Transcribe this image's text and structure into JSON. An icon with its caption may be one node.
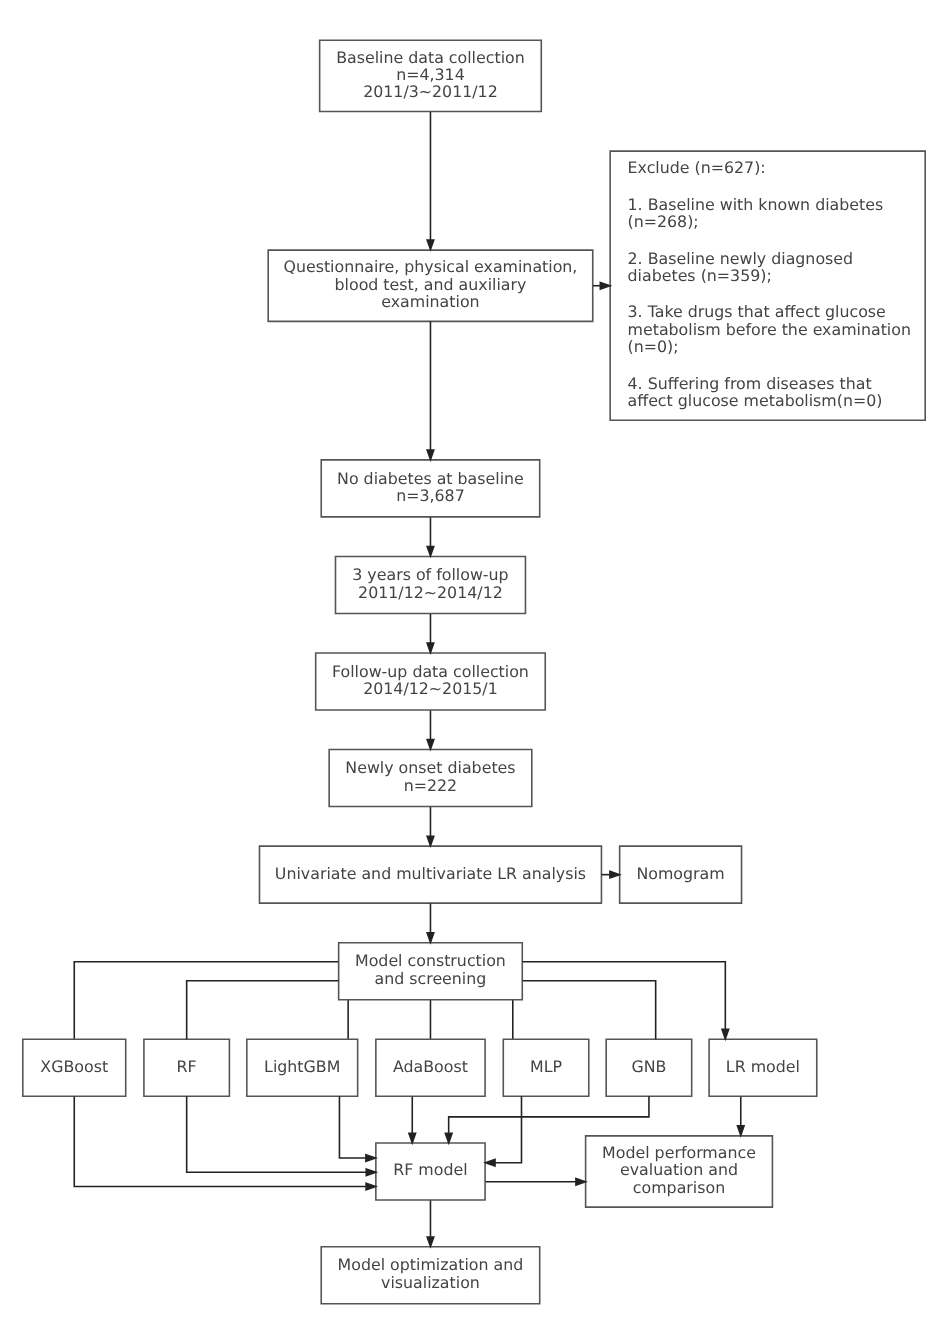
{
  "diagram": {
    "nodes": [
      {
        "text": [
          "Baseline data collection",
          "n=4,314",
          "2011/3~2011/12"
        ]
      },
      {
        "text": [
          "Questionnaire, physical examination, blood test, and auxiliary examination"
        ]
      },
      {
        "text": [
          "Exclude (n=627):",
          "1. Baseline with known diabetes (n=268);",
          "2. Baseline newly diagnosed diabetes (n=359);",
          "3. Take drugs that affect glucose metabolism before the examination (n=0);",
          "4. Suffering from diseases that affect glucose metabolism(n=0)"
        ]
      },
      {
        "text": [
          "No diabetes at baseline",
          "n=3,687"
        ]
      },
      {
        "text": [
          "3 years of follow-up",
          "2011/12~2014/12"
        ]
      },
      {
        "text": [
          "Follow-up data collection",
          "2014/12~2015/1"
        ]
      },
      {
        "text": [
          "Newly onset diabetes",
          "n=222"
        ]
      },
      {
        "text": [
          "Univariate and multivariate LR analysis"
        ]
      },
      {
        "text": [
          "Nomogram"
        ]
      },
      {
        "text": [
          "Model construction and screening"
        ]
      },
      {
        "text": [
          "XGBoost"
        ]
      },
      {
        "text": [
          "RF"
        ]
      },
      {
        "text": [
          "LightGBM"
        ]
      },
      {
        "text": [
          "AdaBoost"
        ]
      },
      {
        "text": [
          "MLP"
        ]
      },
      {
        "text": [
          "GNB"
        ]
      },
      {
        "text": [
          "LR model"
        ]
      },
      {
        "text": [
          "RF model"
        ]
      },
      {
        "text": [
          "Model performance evaluation and comparison"
        ]
      },
      {
        "text": [
          "Model optimization and visualization"
        ]
      }
    ],
    "edges": [
      {
        "from": 0,
        "to": 1,
        "arrow": "to"
      },
      {
        "from": 1,
        "to": 2,
        "arrow": "to"
      },
      {
        "from": 1,
        "to": 3,
        "arrow": "to"
      },
      {
        "from": 3,
        "to": 4,
        "arrow": "to"
      },
      {
        "from": 4,
        "to": 5,
        "arrow": "to"
      },
      {
        "from": 5,
        "to": 6,
        "arrow": "to"
      },
      {
        "from": 6,
        "to": 7,
        "arrow": "to"
      },
      {
        "from": 7,
        "to": 8,
        "arrow": "to"
      },
      {
        "from": 7,
        "to": 9,
        "arrow": "to"
      },
      {
        "from": 9,
        "to": 10,
        "arrow": "none"
      },
      {
        "from": 9,
        "to": 11,
        "arrow": "none"
      },
      {
        "from": 9,
        "to": 12,
        "arrow": "none"
      },
      {
        "from": 9,
        "to": 13,
        "arrow": "none"
      },
      {
        "from": 9,
        "to": 14,
        "arrow": "none"
      },
      {
        "from": 9,
        "to": 15,
        "arrow": "none"
      },
      {
        "from": 9,
        "to": 16,
        "arrow": "to"
      },
      {
        "from": 10,
        "to": 17,
        "arrow": "to"
      },
      {
        "from": 11,
        "to": 17,
        "arrow": "to"
      },
      {
        "from": 12,
        "to": 17,
        "arrow": "to"
      },
      {
        "from": 13,
        "to": 17,
        "arrow": "to"
      },
      {
        "from": 14,
        "to": 17,
        "arrow": "to"
      },
      {
        "from": 15,
        "to": 17,
        "arrow": "to"
      },
      {
        "from": 17,
        "to": 18,
        "arrow": "to"
      },
      {
        "from": 16,
        "to": 18,
        "arrow": "to"
      },
      {
        "from": 17,
        "to": 19,
        "arrow": "to"
      }
    ]
  }
}
